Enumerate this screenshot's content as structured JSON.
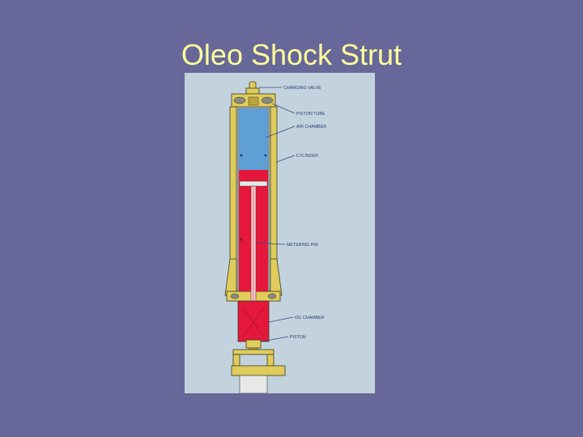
{
  "slide": {
    "title": "Oleo Shock Strut"
  },
  "diagram": {
    "labels": {
      "charging_valve": "CHARGING VALVE",
      "piston_tube": "PISTON TUBE",
      "air_chamber": "AIR CHAMBER",
      "cylinder": "CYLINDER",
      "metering_pin": "METERING PIN",
      "oil_chamber": "OIL CHAMBER",
      "piston": "PISTON"
    },
    "colors": {
      "background": "#c3d3dd",
      "air": "#5f9fd6",
      "oil": "#e5173a",
      "cylinder_wall": "#e0cc5a",
      "outline": "#3a3a2a",
      "leader": "#2f4a7a"
    }
  }
}
